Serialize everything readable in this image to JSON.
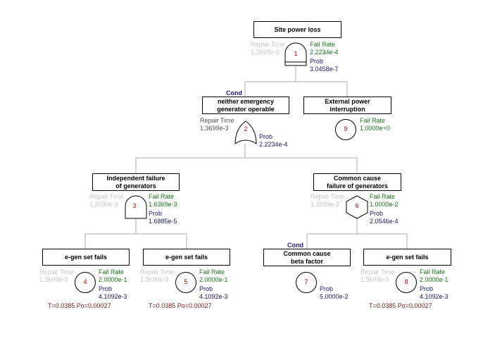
{
  "nodes": {
    "n1": {
      "title": [
        "Site power loss"
      ],
      "repair_label": "Repair Time",
      "repair_value": "1.3699e-3",
      "id": "1",
      "fail_label": "Fail Rate",
      "fail_value": "2.2234e-4",
      "prob_label": "Prob",
      "prob_value": "3.0458e-7"
    },
    "n2": {
      "cond": "Cond",
      "title": [
        "neither emergency",
        "generator operable"
      ],
      "repair_label": "Repair Time",
      "repair_value": "1.3699e-3",
      "id": "2",
      "prob_label": "Prob",
      "prob_value": "2.2234e-4"
    },
    "n9": {
      "title": [
        "External power",
        "interruption"
      ],
      "id": "9",
      "fail_label": "Fail Rate",
      "fail_value": "1.0000e+0"
    },
    "n3": {
      "title": [
        "Independent failure",
        "of generators"
      ],
      "repair_label": "Repair Time",
      "repair_value": "1.3699e-3",
      "id": "3",
      "fail_label": "Fail Rate",
      "fail_value": "1.6369e-3",
      "prob_label": "Prob",
      "prob_value": "1.6885e-5"
    },
    "n6": {
      "title": [
        "Common cause",
        "failure of generators"
      ],
      "repair_label": "Repair Time",
      "repair_value": "1.3699e-3",
      "id": "6",
      "fail_label": "Fail Rate",
      "fail_value": "1.0000e-2",
      "prob_label": "Prob",
      "prob_value": "2.0546e-4"
    },
    "n4": {
      "title": [
        "e-gen set fails"
      ],
      "repair_label": "Repair Time",
      "repair_value": "1.3699e-3",
      "id": "4",
      "fail_label": "Fail Rate",
      "fail_value": "2.0000e-1",
      "prob_label": "Prob",
      "prob_value": "4.1092e-3",
      "extra": "T=0.0385 Po=0.00027"
    },
    "n5": {
      "title": [
        "e-gen set fails"
      ],
      "repair_label": "Repair Time",
      "repair_value": "1.3699e-3",
      "id": "5",
      "fail_label": "Fail Rate",
      "fail_value": "2.0000e-1",
      "prob_label": "Prob",
      "prob_value": "4.1092e-3",
      "extra": "T=0.0385 Po=0.00027"
    },
    "n7": {
      "cond": "Cond",
      "title": [
        "Common cause",
        "beta factor"
      ],
      "id": "7",
      "prob_label": "Prob",
      "prob_value": "5.0000e-2"
    },
    "n8": {
      "title": [
        "e-gen set fails"
      ],
      "repair_label": "Repair Time",
      "repair_value": "1.3699e-3",
      "id": "8",
      "fail_label": "Fail Rate",
      "fail_value": "2.0000e-1",
      "prob_label": "Prob",
      "prob_value": "4.1092e-3",
      "extra": "T=0.0385 Po=0.00027"
    }
  },
  "colors": {
    "connector": "#c8c8c8",
    "fail": "#1a7a1a",
    "prob": "#1a1a6e",
    "id": "#cc0000",
    "extra": "#7a1a1a"
  }
}
